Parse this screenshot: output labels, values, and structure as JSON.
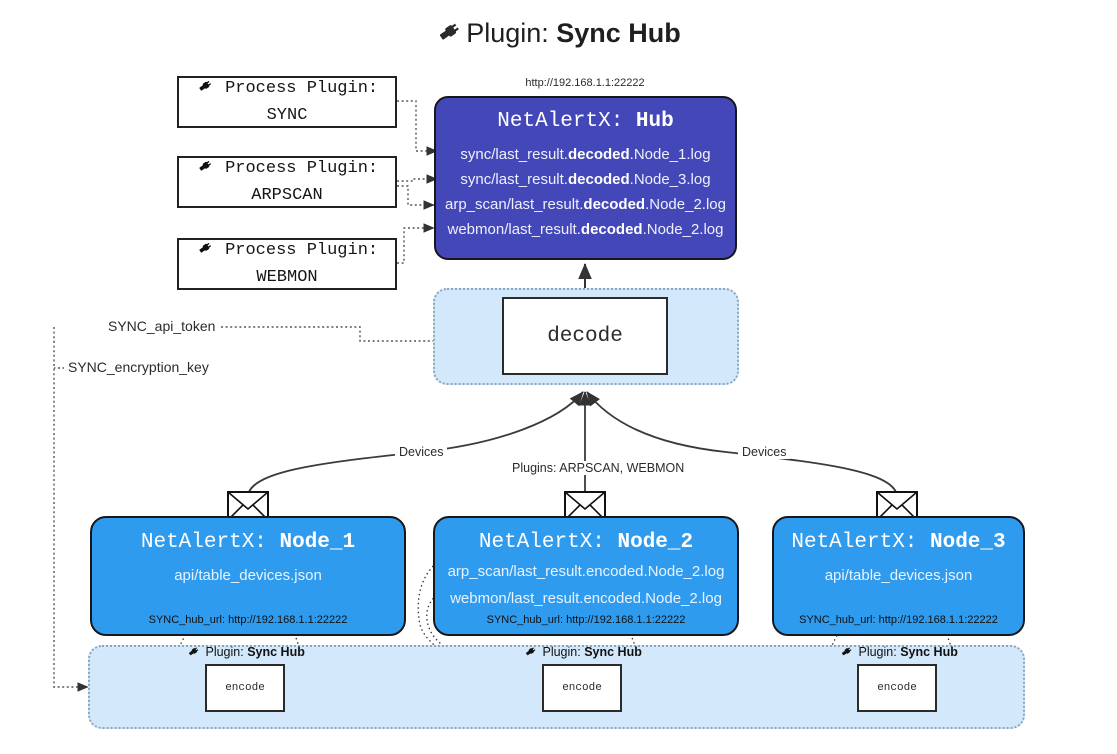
{
  "title": {
    "icon": "plug-icon",
    "prefix": "Plugin: ",
    "name": "Sync Hub"
  },
  "hub": {
    "url": "http://192.168.1.1:22222",
    "title_prefix": "NetAlertX: ",
    "title_name": "Hub",
    "lines": [
      {
        "pre": "sync/last_result.",
        "bold": "decoded",
        "post": ".Node_1.log"
      },
      {
        "pre": "sync/last_result.",
        "bold": "decoded",
        "post": ".Node_3.log"
      },
      {
        "pre": "arp_scan/last_result.",
        "bold": "decoded",
        "post": ".Node_2.log"
      },
      {
        "pre": "webmon/last_result.",
        "bold": "decoded",
        "post": ".Node_2.log"
      }
    ],
    "color": "#4347b8"
  },
  "process_plugins": [
    {
      "icon": "plug-icon",
      "line1": "Process Plugin:",
      "line2": "SYNC"
    },
    {
      "icon": "plug-icon",
      "line1": "Process Plugin:",
      "line2": "ARPSCAN"
    },
    {
      "icon": "plug-icon",
      "line1": "Process Plugin:",
      "line2": "WEBMON"
    }
  ],
  "decode": {
    "label": "decode"
  },
  "secrets": [
    {
      "label": "SYNC_api_token"
    },
    {
      "label": "SYNC_encryption_key"
    }
  ],
  "edge_labels": {
    "left_devices": "Devices",
    "center_plugins": "Plugins: ARPSCAN, WEBMON",
    "right_devices": "Devices"
  },
  "nodes": [
    {
      "title_prefix": "NetAlertX: ",
      "title_name": "Node_1",
      "lines": [
        "api/table_devices.json"
      ],
      "url_label": "SYNC_hub_url: http://192.168.1.1:22222",
      "color": "#2f9bef"
    },
    {
      "title_prefix": "NetAlertX: ",
      "title_name": "Node_2",
      "lines": [
        "arp_scan/last_result.encoded.Node_2.log",
        "webmon/last_result.encoded.Node_2.log"
      ],
      "url_label": "SYNC_hub_url: http://192.168.1.1:22222",
      "color": "#2f9bef"
    },
    {
      "title_prefix": "NetAlertX: ",
      "title_name": "Node_3",
      "lines": [
        "api/table_devices.json"
      ],
      "url_label": "SYNC_hub_url: http://192.168.1.1:22222",
      "color": "#2f9bef"
    }
  ],
  "encoders": [
    {
      "tag_prefix": "Plugin: ",
      "tag_name": "Sync Hub",
      "label": "encode",
      "icon": "plug-icon"
    },
    {
      "tag_prefix": "Plugin: ",
      "tag_name": "Sync Hub",
      "label": "encode",
      "icon": "plug-icon"
    },
    {
      "tag_prefix": "Plugin: ",
      "tag_name": "Sync Hub",
      "label": "encode",
      "icon": "plug-icon"
    }
  ],
  "colors": {
    "node_blue": "#2f9bef",
    "hub_indigo": "#4347b8",
    "cluster_fill": "#d4e8fb",
    "line": "#3b3b3b"
  }
}
